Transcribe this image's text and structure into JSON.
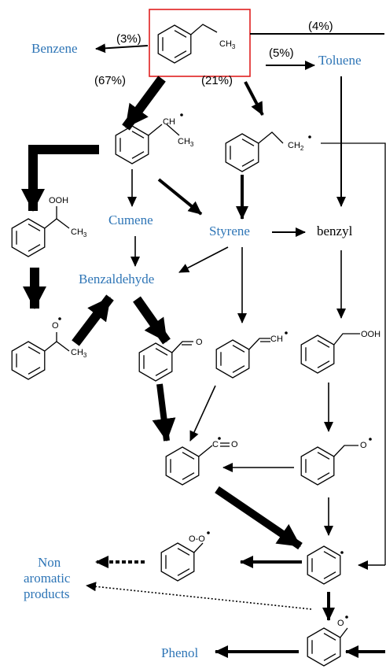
{
  "species": {
    "benzene": "Benzene",
    "toluene": "Toluene",
    "cumene": "Cumene",
    "styrene": "Styrene",
    "benzyl": "benzyl",
    "benzaldehyde": "Benzaldehyde",
    "non_aromatic_1": "Non",
    "non_aromatic_2": "aromatic",
    "non_aromatic_3": "products",
    "phenol": "Phenol"
  },
  "percentages": {
    "to_benzene": "(3%)",
    "top_branch": "(4%)",
    "to_toluene": "(5%)",
    "alpha_radical": "(67%)",
    "beta_radical": "(21%)"
  },
  "labels": {
    "ch3": "CH",
    "ch3_sub": "3",
    "ch": "CH",
    "ch2": "CH",
    "ch2_sub": "2",
    "ooh": "OOH",
    "ooh_short": "OOH",
    "o": "O",
    "o_link": "O",
    "oo": "O-O",
    "co": "C",
    "co_o": "O",
    "cho_o": "O",
    "ch_vinyl": "CH"
  },
  "colors": {
    "species_text": "#2e75b6",
    "highlight_box": "#e02020",
    "ink": "#000000"
  }
}
